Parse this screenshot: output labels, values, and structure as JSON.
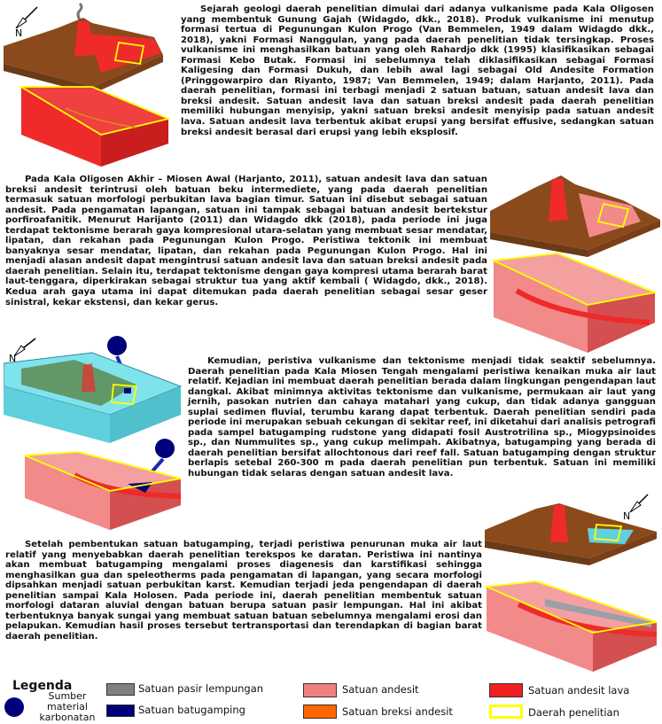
{
  "paragraphs": [
    "Sejarah geologi daerah penelitian dimulai dari adanya vulkanisme pada Kala Oligosen yang membentuk Gunung Gajah (Widagdo, dkk., 2018). Produk vulkanisme ini menutup formasi tertua di Pegunungan Kulon Progo (Van Bemmelen, 1949 dalam Widagdo dkk., 2018), yakni Formasi Nanggulan, yang pada daerah penelitian tidak tersingkap. Proses vulkanisme ini menghasilkan batuan yang oleh Rahardjo dkk (1995) klasifikasikan sebagai Formasi Kebo Butak. Formasi ini sebelumnya telah diklasifikasikan sebagai Formasi Kaligesing dan Formasi Dukuh, dan lebih awal lagi sebagai Old Andesite Formation (Pringgowarpiro dan Riyanto, 1987; Van Bemmelen, 1949; dalam Harjanto, 2011). Pada daerah penelitian, formasi ini terbagi menjadi 2 satuan batuan, satuan andesit lava dan breksi andesit. Satuan andesit lava dan satuan breksi andesit pada daerah penelitian memiliki hubungan menyisip, yakni satuan breksi andesit menyisip pada satuan andesit lava. Satuan andesit lava terbentuk akibat erupsi yang bersifat effusive, sedangkan satuan breksi andesit berasal dari erupsi yang lebih eksplosif.",
    "Pada Kala Oligosen Akhir – Miosen Awal (Harjanto, 2011), satuan andesit lava dan satuan breksi andesit terintrusi oleh batuan beku intermediete, yang pada daerah penelitian termasuk satuan morfologi perbukitan lava bagian timur. Satuan ini disebut sebagai satuan andesit. Pada pengamatan lapangan, satuan ini tampak sebagai batuan andesit bertekstur porfiroafanitik. Menurut Harijanto (2011) dan Widagdo dkk (2018), pada periode ini juga terdapat tektonisme berarah gaya kompresional utara-selatan yang membuat sesar mendatar, lipatan, dan rekahan pada Pegunungan Kulon Progo. Peristiwa tektonik ini membuat banyaknya sesar mendatar, lipatan, dan rekahan pada Pegunungan Kulon Progo. Hal ini menjadi alasan andesit dapat mengintrusi satuan andesit lava dan satuan breksi andesit pada daerah penelitian. Selain itu, terdapat tektonisme dengan gaya kompresi utama berarah barat laut-tenggara, diperkirakan sebagai struktur tua yang aktif kembali ( Widagdo, dkk., 2018). Kedua arah gaya utama ini dapat ditemukan pada daerah penelitian sebagai sesar geser sinistral, kekar ekstensi, dan kekar gerus.",
    "Kemudian, peristiva vulkanisme dan tektonisme menjadi tidak seaktif sebelumnya. Daerah penelitian pada Kala Miosen Tengah mengalami peristiwa kenaikan muka air laut relatif. Kejadian ini membuat daerah penelitian berada dalam lingkungan pengendapan laut dangkal. Akibat minimnya aktivitas tektonisme dan vulkanisme, permukaan air laut yang jernih, pasokan nutrien dan cahaya matahari yang cukup, dan tidak adanya gangguan suplai sedimen fluvial, terumbu karang dapat terbentuk. Daerah penelitian sendiri pada periode ini merupakan sebuah cekungan di sekitar reef, ini diketahui dari analisis petrografi pada sampel batugamping rudstone yang didapati fosil Austrotrilina sp., Miogypsinoides sp., dan Nummulites sp., yang cukup melimpah. Akibatnya, batugamping yang berada di daerah penelitian bersifat allochtonous dari reef fall. Satuan batugamping dengan struktur berlapis setebal 260-300 m pada daerah penelitian pun terbentuk. Satuan ini memiliki hubungan tidak selaras dengan satuan andesit lava.",
    "Setelah pembentukan satuan batugamping, terjadi peristiwa penurunan muka air laut relatif yang menyebabkan daerah penelitian terekspos ke daratan. Peristiwa ini nantinya akan membuat batugamping mengalami proses diagenesis dan karstifikasi sehingga menghasilkan gua dan speleotherms pada pengamatan di lapangan, yang secara morfologi dipsahkan menjadi satuan perbukitan karst. Kemudian terjadi jeda pengendapan di daerah penelitian sampai Kala Holosen. Pada periode ini, daerah penelitian membentuk satuan morfologi dataran aluvial dengan batuan berupa satuan pasir lempungan. Hal ini akibat terbentuknya banyak sungai yang membuat satuan batuan sebelumnya mengalami erosi dan pelapukan. Kemudian hasil proses tersebut tertransportasi dan terendapkan di bagian barat daerah penelitian."
  ],
  "north_label": "N",
  "legend": {
    "title": "Legenda",
    "items": [
      {
        "label": "Sumber material karbonatan",
        "color": "#00007a",
        "icon": "circle-icon"
      },
      {
        "label": "Satuan pasir lempungan",
        "color": "#808080"
      },
      {
        "label": "Satuan batugamping",
        "color": "#00007a"
      },
      {
        "label": "Satuan andesit",
        "color": "#f08080"
      },
      {
        "label": "Satuan breksi andesit",
        "color": "#ff6600"
      },
      {
        "label": "Satuan andesit lava",
        "color": "#f02020"
      },
      {
        "label": "Daerah penelitian",
        "color": "#ffff00"
      }
    ]
  },
  "colors": {
    "andesit_lava": "#ee2a2a",
    "andesit": "#f28a8a",
    "soil": "#8b4a1c",
    "sea": "#7fe3ec",
    "study_area": "#ffff00"
  }
}
